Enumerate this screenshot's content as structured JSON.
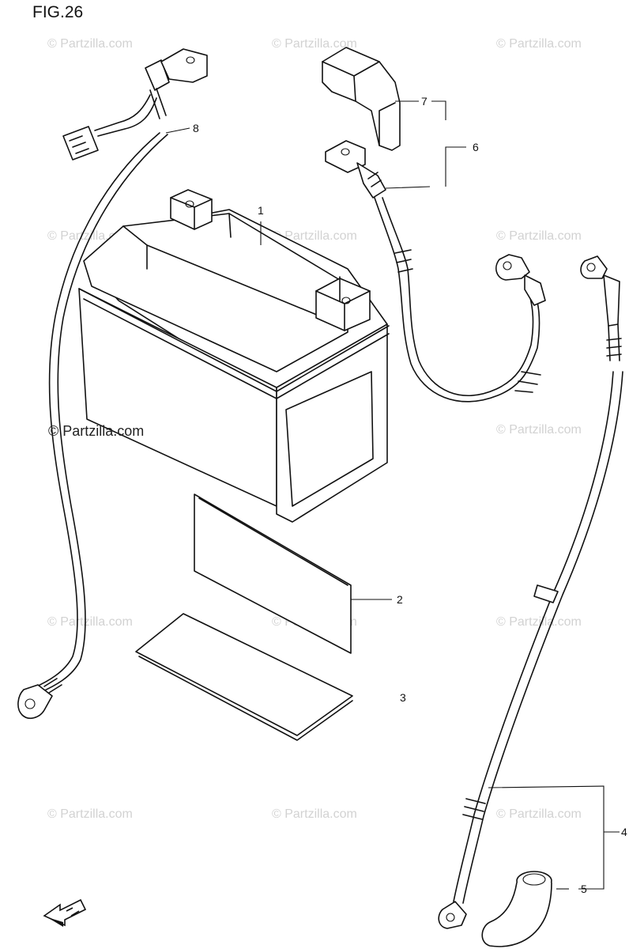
{
  "figure": {
    "title": "FIG.26"
  },
  "watermark": {
    "main_text": "© Partzilla.com",
    "repeat_text": "© Partzilla.com",
    "repeat_color": "#d2d2d2"
  },
  "callouts": {
    "c1": "1",
    "c2": "2",
    "c3": "3",
    "c4": "4",
    "c5": "5",
    "c6": "6",
    "c7": "7",
    "c8": "8"
  },
  "parts": [
    {
      "ref": "1",
      "component": "battery"
    },
    {
      "ref": "2",
      "component": "battery-pad-side"
    },
    {
      "ref": "3",
      "component": "battery-pad-bottom"
    },
    {
      "ref": "4",
      "component": "battery-minus-lead"
    },
    {
      "ref": "5",
      "component": "terminal-cover-boot"
    },
    {
      "ref": "6",
      "component": "battery-plus-lead"
    },
    {
      "ref": "7",
      "component": "terminal-cover"
    },
    {
      "ref": "8",
      "component": "wiring-lead"
    }
  ],
  "icons": {
    "front_arrow": "front-direction-arrow-icon"
  }
}
